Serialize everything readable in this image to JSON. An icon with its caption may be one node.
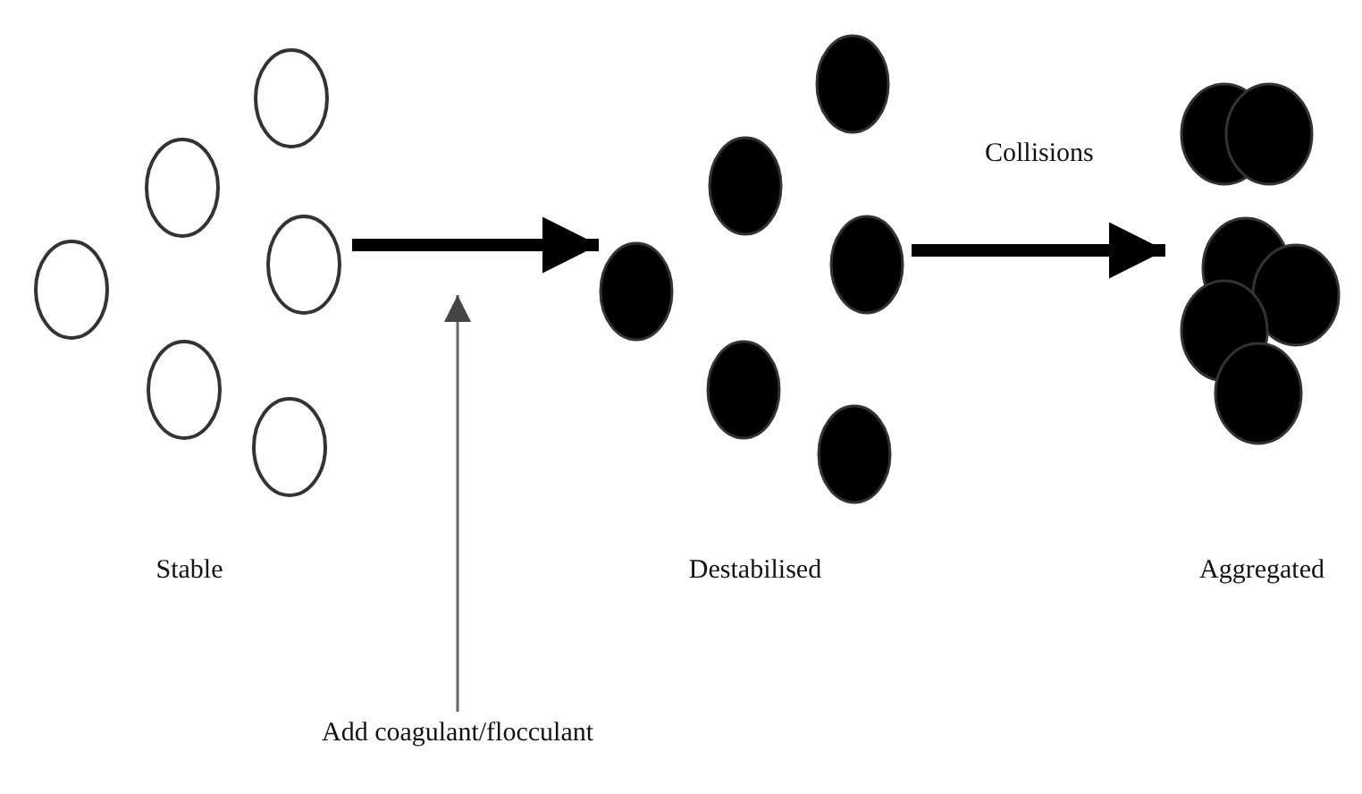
{
  "diagram": {
    "nodes": [
      {
        "text": [
          "Stable"
        ]
      },
      {
        "text": [
          "Destabilised"
        ]
      },
      {
        "text": [
          "Aggregated"
        ]
      },
      {
        "text": [
          "Add coagulant/flocculant"
        ]
      }
    ],
    "edges": [
      {
        "from": 0,
        "to": 1,
        "arrow": "to"
      },
      {
        "from": 1,
        "to": 2,
        "arrow": "to",
        "label": "Collisions"
      },
      {
        "from": 3,
        "to": null,
        "arrow": "to",
        "color": "#666666"
      }
    ]
  }
}
